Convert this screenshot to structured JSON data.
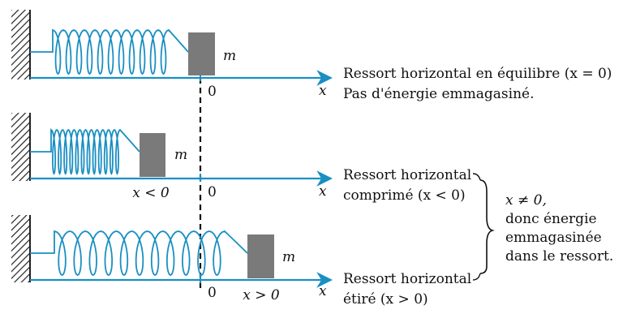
{
  "colors": {
    "spring": "#1a8fc2",
    "axis": "#1a8fc2",
    "block": "#7a7a7a",
    "wall": "#222222",
    "text": "#111111"
  },
  "scenes": [
    {
      "id": "equilibrium",
      "mass_label": "m",
      "origin_label": "0",
      "axis_label": "x",
      "position_label": "",
      "caption_lines": [
        "Ressort horizontal en équilibre (x = 0)",
        "Pas d'énergie emmagasiné."
      ]
    },
    {
      "id": "compressed",
      "mass_label": "m",
      "origin_label": "0",
      "axis_label": "x",
      "position_label": "x < 0",
      "caption_lines": [
        "Ressort horizontal",
        "comprimé (x < 0)"
      ]
    },
    {
      "id": "stretched",
      "mass_label": "m",
      "origin_label": "0",
      "axis_label": "x",
      "position_label": "x > 0",
      "caption_lines": [
        "Ressort horizontal",
        "étiré (x > 0)"
      ]
    }
  ],
  "conclusion_lines": [
    "x ≠ 0,",
    "donc énergie",
    "emmagasinée",
    "dans le ressort."
  ]
}
